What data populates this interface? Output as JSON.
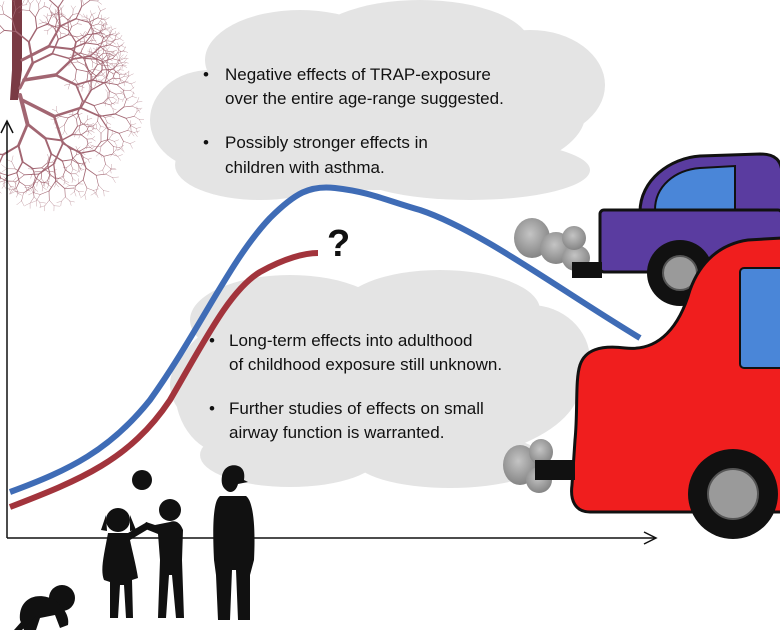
{
  "top_cloud": {
    "bullets": [
      {
        "lines": [
          "Negative effects of TRAP-exposure",
          "over the entire age-range suggested."
        ]
      },
      {
        "lines": [
          "Possibly stronger effects in",
          "children with asthma."
        ]
      }
    ]
  },
  "bottom_cloud": {
    "bullets": [
      {
        "lines": [
          "Long-term effects into adulthood",
          "of childhood exposure still unknown."
        ]
      },
      {
        "lines": [
          "Further studies of effects on small",
          "airway function is warranted."
        ]
      }
    ]
  },
  "question_mark": "?",
  "bullet_glyph": "•",
  "colors": {
    "general_curve": "#3f6cb6",
    "asthma_curve": "#a2343c",
    "cloud": "#e4e4e4",
    "car_body": "#5a3ca0",
    "truck_body": "#f01e1e",
    "window": "#4a86d8",
    "exhaust": "#9a9a9a",
    "lung": "#a26672"
  }
}
